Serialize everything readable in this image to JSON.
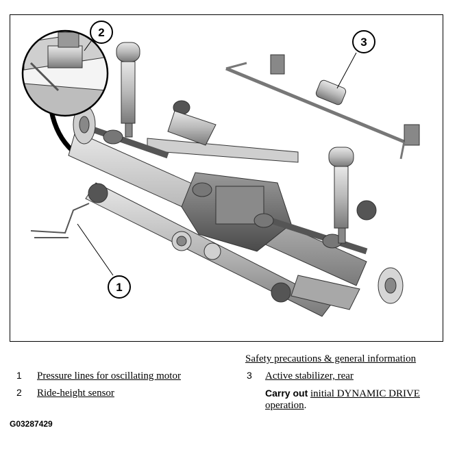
{
  "figure": {
    "callouts": [
      "1",
      "2",
      "3"
    ],
    "figure_id": "G03287429"
  },
  "legend": {
    "items": [
      {
        "number": "1",
        "text": "Pressure lines for oscillating motor"
      },
      {
        "number": "2",
        "text": "Ride-height sensor"
      },
      {
        "number": "3",
        "text": "Active stabilizer, rear"
      }
    ],
    "safety_link": "Safety precautions & general information",
    "carry_out_label": "Carry out",
    "carry_out_link_line1": "initial DYNAMIC DRIVE",
    "carry_out_link_line2": "operation",
    "carry_out_end": "."
  }
}
